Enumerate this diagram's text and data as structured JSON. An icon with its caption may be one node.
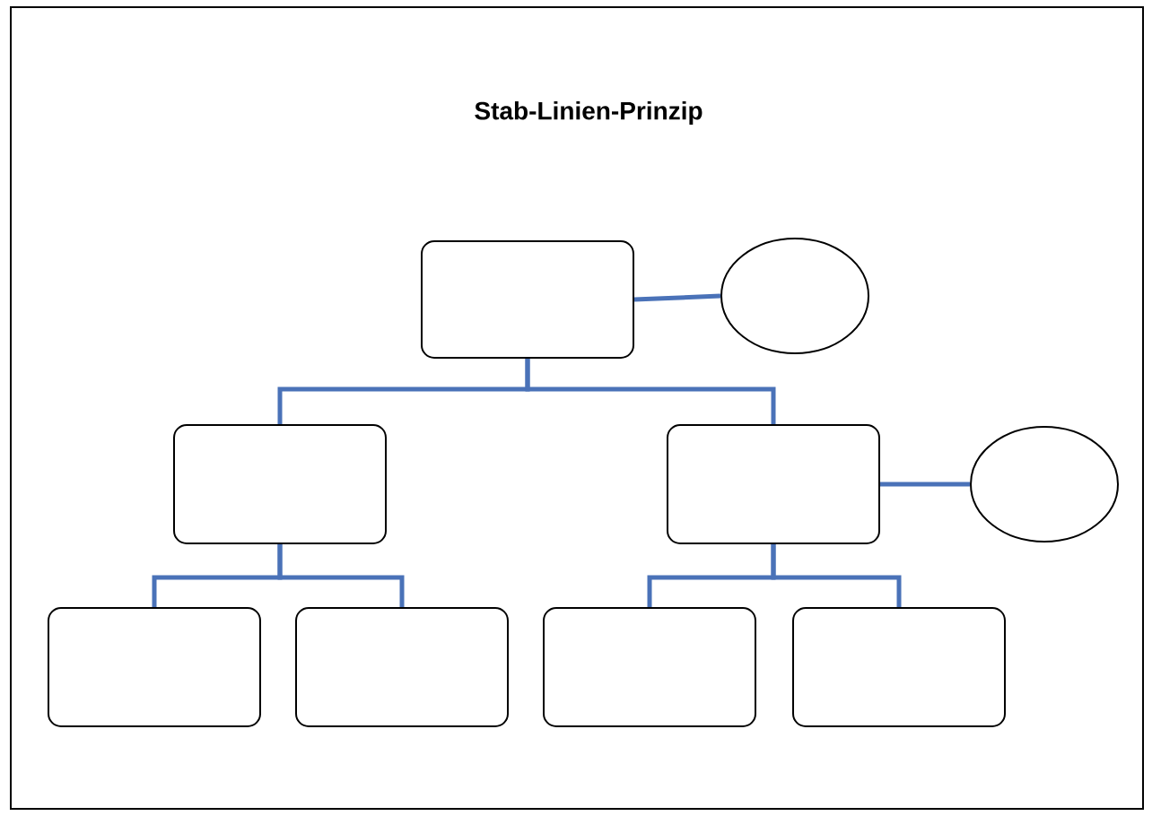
{
  "diagram": {
    "title": "Stab-Linien-Prinzip",
    "nodes": [
      {
        "text": [],
        "shape": "box"
      },
      {
        "text": [],
        "shape": "circle"
      },
      {
        "text": [],
        "shape": "box"
      },
      {
        "text": [],
        "shape": "box"
      },
      {
        "text": [],
        "shape": "circle"
      },
      {
        "text": [],
        "shape": "box"
      },
      {
        "text": [],
        "shape": "box"
      },
      {
        "text": [],
        "shape": "box"
      },
      {
        "text": [],
        "shape": "box"
      }
    ],
    "edges": [
      {
        "from": 0,
        "to": 1,
        "arrow": "none"
      },
      {
        "from": 0,
        "to": 2,
        "arrow": "none"
      },
      {
        "from": 0,
        "to": 3,
        "arrow": "none"
      },
      {
        "from": 3,
        "to": 4,
        "arrow": "none"
      },
      {
        "from": 2,
        "to": 5,
        "arrow": "none"
      },
      {
        "from": 2,
        "to": 6,
        "arrow": "none"
      },
      {
        "from": 3,
        "to": 7,
        "arrow": "none"
      },
      {
        "from": 3,
        "to": 8,
        "arrow": "none"
      }
    ]
  }
}
